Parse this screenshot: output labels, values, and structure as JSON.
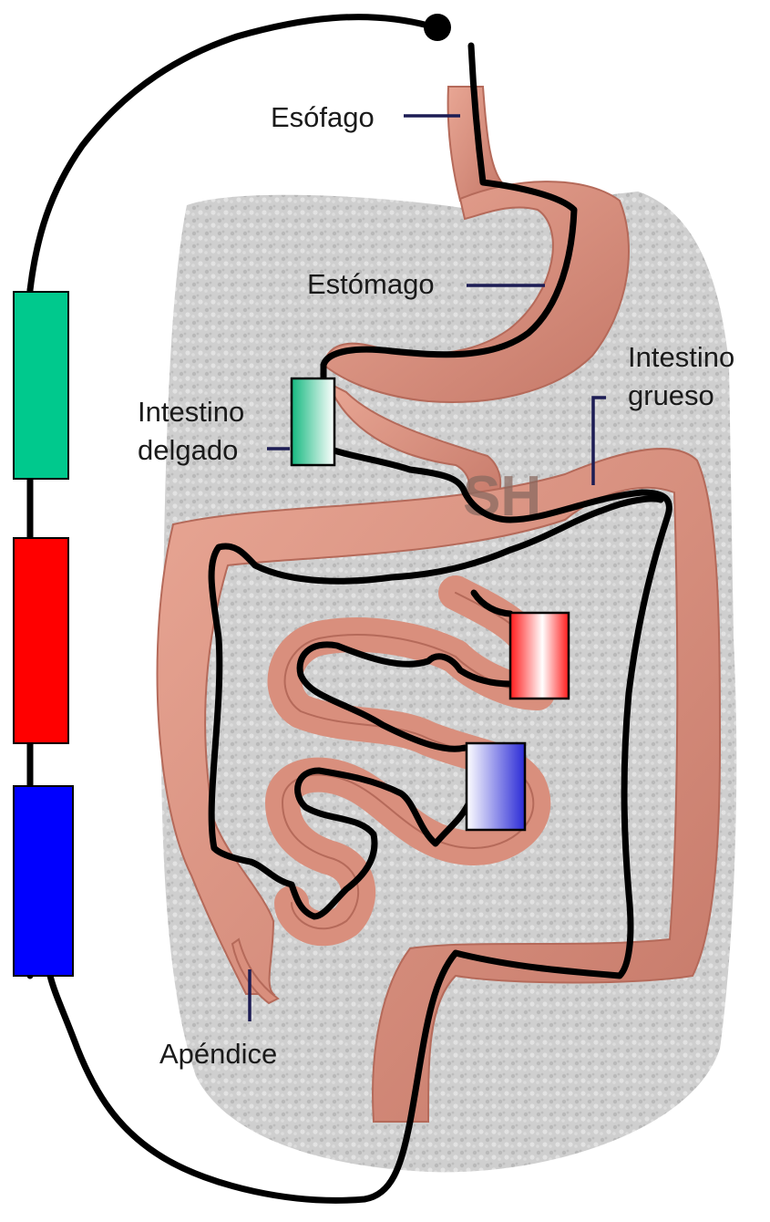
{
  "labels": {
    "esophagus": "Esófago",
    "stomach": "Estómago",
    "large_intestine_line1": "Intestino",
    "large_intestine_line2": "grueso",
    "small_intestine_line1": "Intestino",
    "small_intestine_line2": "delgado",
    "appendix": "Apéndice"
  },
  "watermark": "SH",
  "colors": {
    "background": "#ffffff",
    "panel": "#c9c9c9",
    "organ_fill": "#d98f7d",
    "organ_stroke": "#b56a5a",
    "path_line": "#000000",
    "leader_line": "#1c1c54",
    "bar_green": "#00c98d",
    "bar_red": "#ff0000",
    "bar_blue": "#0000ff",
    "marker_green": "#15b87f",
    "marker_red": "#ff1a1a",
    "marker_blue": "#2a2ad6"
  },
  "legend_bars": [
    {
      "name": "green-segment",
      "color": "#00c98d"
    },
    {
      "name": "red-segment",
      "color": "#ff0000"
    },
    {
      "name": "blue-segment",
      "color": "#0000ff"
    }
  ]
}
